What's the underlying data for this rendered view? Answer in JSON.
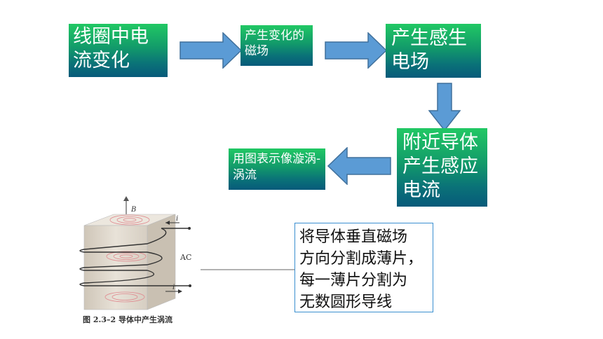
{
  "boxes": {
    "coil_current_change": "线圈中电流变化",
    "changing_magnetic_field": "产生变化的磁场",
    "induced_electric_field": "产生感生电场",
    "induced_current_in_conductor": "附近导体产生感应电流",
    "represent_with_figure": "用图表示像漩涡-涡流"
  },
  "note": {
    "lines": [
      "将导体垂直磁场",
      "方向分割成薄片，",
      "每一薄片分割为",
      "无数圆形导线"
    ]
  },
  "figure": {
    "b_label": "B",
    "i_label_top": "i",
    "i_label_bottom": "i",
    "ac_label": "AC",
    "caption": "图 2.3–2    导体中产生涡流"
  },
  "colors": {
    "box_top": "#21c864",
    "box_bottom": "#075a7a",
    "arrow_fill": "#5b9bd5",
    "note_border": "#3a8fd0"
  }
}
